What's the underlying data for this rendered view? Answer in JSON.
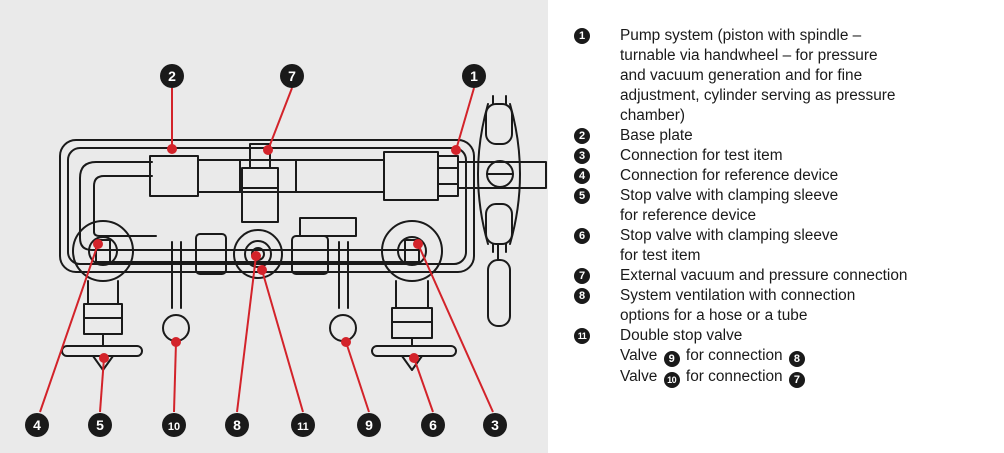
{
  "legend": [
    {
      "num": "1",
      "lines": [
        "Pump system (piston with spindle –",
        "turnable via handwheel – for pressure",
        "and vacuum generation and for fine",
        "adjustment, cylinder serving as pressure",
        "chamber)"
      ]
    },
    {
      "num": "2",
      "lines": [
        "Base plate"
      ]
    },
    {
      "num": "3",
      "lines": [
        "Connection for test item"
      ]
    },
    {
      "num": "4",
      "lines": [
        "Connection for reference device"
      ]
    },
    {
      "num": "5",
      "lines": [
        "Stop valve with clamping sleeve",
        "for reference device"
      ]
    },
    {
      "num": "6",
      "lines": [
        "Stop valve with clamping sleeve",
        "for test item"
      ]
    },
    {
      "num": "7",
      "lines": [
        "External vacuum and pressure connection"
      ]
    },
    {
      "num": "8",
      "lines": [
        "System ventilation with connection",
        "options for a hose or a tube"
      ]
    },
    {
      "num": "11",
      "lines": [
        "Double stop valve"
      ]
    }
  ],
  "sub_lines": [
    {
      "prefix": "Valve",
      "valve": "9",
      "middle": "for connection",
      "target": "8"
    },
    {
      "prefix": "Valve",
      "valve": "10",
      "middle": "for connection",
      "target": "7"
    }
  ],
  "callouts": [
    "2",
    "7",
    "1",
    "4",
    "5",
    "10",
    "8",
    "11",
    "9",
    "6",
    "3"
  ],
  "colors": {
    "panel": "#eaeaea",
    "drawing": "#1a1a1a",
    "leader": "#d3232a",
    "badge": "#1a1a1a"
  }
}
